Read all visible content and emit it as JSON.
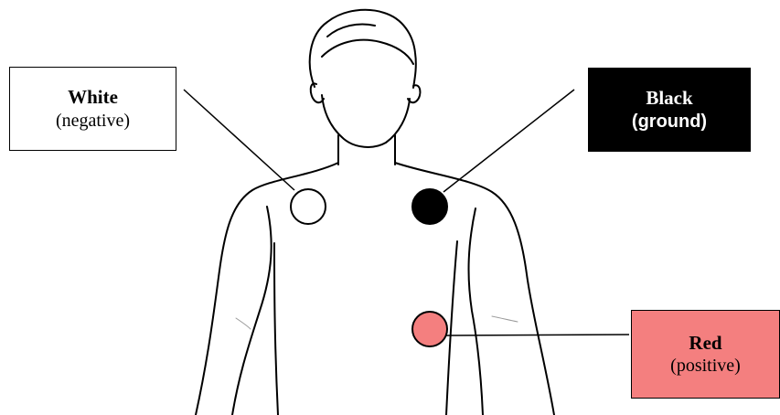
{
  "labels": {
    "white": {
      "title": "White",
      "subtitle": "(negative)",
      "color": "#ffffff"
    },
    "black": {
      "title": "Black",
      "subtitle": "(ground)",
      "color": "#000000"
    },
    "red": {
      "title": "Red",
      "subtitle": "(positive)",
      "color": "#f47f7f"
    }
  },
  "electrodes": [
    {
      "name": "white-electrode",
      "fill": "#ffffff"
    },
    {
      "name": "black-electrode",
      "fill": "#000000"
    },
    {
      "name": "red-electrode",
      "fill": "#f47f7f"
    }
  ],
  "figure": {
    "icon": "human-torso-outline",
    "stroke": "#000000"
  }
}
